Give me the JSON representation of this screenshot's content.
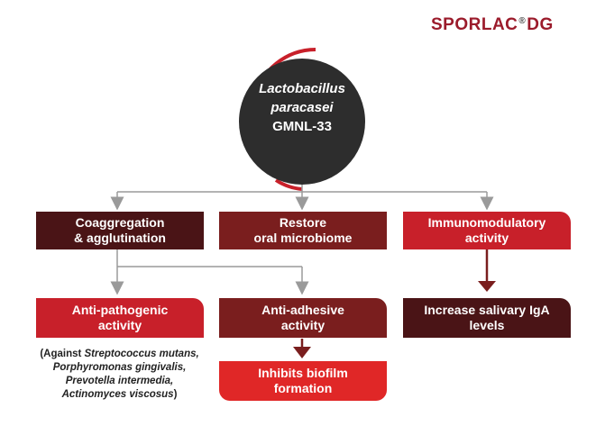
{
  "logo": {
    "text_left": "SPORLAC",
    "text_right": "DG",
    "separator": "®"
  },
  "hub": {
    "line1": "Lactobacillus",
    "line2": "paracasei",
    "line3": "GMNL-33"
  },
  "level1": [
    {
      "label_line1": "Coaggregation",
      "label_line2": "& agglutination"
    },
    {
      "label_line1": "Restore",
      "label_line2": "oral microbiome"
    },
    {
      "label_line1": "Immunomodulatory",
      "label_line2": "activity"
    }
  ],
  "level2": [
    {
      "label_line1": "Anti-pathogenic",
      "label_line2": "activity"
    },
    {
      "label_line1": "Anti-adhesive",
      "label_line2": "activity"
    },
    {
      "label_line1": "Increase salivary IgA",
      "label_line2": "levels"
    }
  ],
  "level3": {
    "label_line1": "Inhibits biofilm",
    "label_line2": "formation"
  },
  "note": {
    "prefix": "(Against ",
    "line1_italic": "Streptococcus mutans,",
    "line2_italic": "Porphyromonas gingivalis,",
    "line3_italic": "Prevotella intermedia,",
    "line4_italic": "Actinomyces viscosus",
    "suffix": ")"
  },
  "colors": {
    "dark": "#4a1416",
    "maroon": "#7a1e1e",
    "crimson": "#c8202a",
    "red": "#e02727",
    "connector": "#9a9a9a",
    "hub": "#2d2d2d"
  }
}
